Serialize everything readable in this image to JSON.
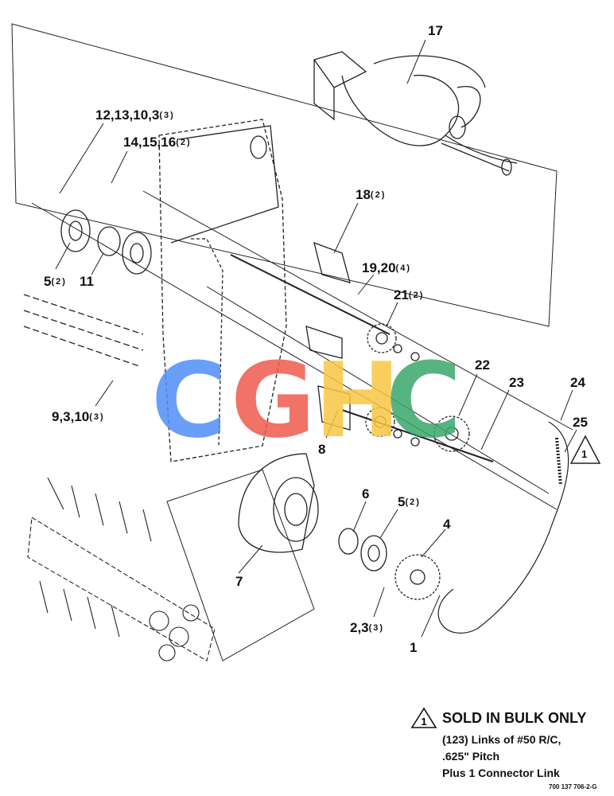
{
  "callouts": [
    {
      "id": "c17",
      "text": "17"
    },
    {
      "id": "c12",
      "text": "12,13,10,3",
      "qty": "(3)"
    },
    {
      "id": "c14",
      "text": "14,15,16",
      "qty": "(2)"
    },
    {
      "id": "c18",
      "text": "18",
      "qty": "(2)"
    },
    {
      "id": "c19",
      "text": "19,20",
      "qty": "(4)"
    },
    {
      "id": "c21",
      "text": "21",
      "qty": "(2)"
    },
    {
      "id": "c5a",
      "text": "5",
      "qty": "(2)"
    },
    {
      "id": "c11",
      "text": "11"
    },
    {
      "id": "c22",
      "text": "22"
    },
    {
      "id": "c23",
      "text": "23"
    },
    {
      "id": "c24",
      "text": "24"
    },
    {
      "id": "c25",
      "text": "25"
    },
    {
      "id": "c9",
      "text": "9,3,10",
      "qty": "(3)"
    },
    {
      "id": "c8",
      "text": "8"
    },
    {
      "id": "c6",
      "text": "6"
    },
    {
      "id": "c5b",
      "text": "5",
      "qty": "(2)"
    },
    {
      "id": "c4",
      "text": "4"
    },
    {
      "id": "c7",
      "text": "7"
    },
    {
      "id": "c2",
      "text": "2,3",
      "qty": "(3)"
    },
    {
      "id": "c1",
      "text": "1"
    }
  ],
  "warning_marker": "1",
  "note": {
    "marker": "1",
    "title": "SOLD IN BULK ONLY",
    "lines": [
      "(123) Links of #50 R/C,",
      ".625\" Pitch",
      "Plus 1 Connector Link"
    ]
  },
  "logo": {
    "letters": "CGHC",
    "colors": [
      "#4f8ff7",
      "#ef5a4c",
      "#f7c744",
      "#39a86b"
    ]
  },
  "doc_number": "700 137 706-2-G"
}
